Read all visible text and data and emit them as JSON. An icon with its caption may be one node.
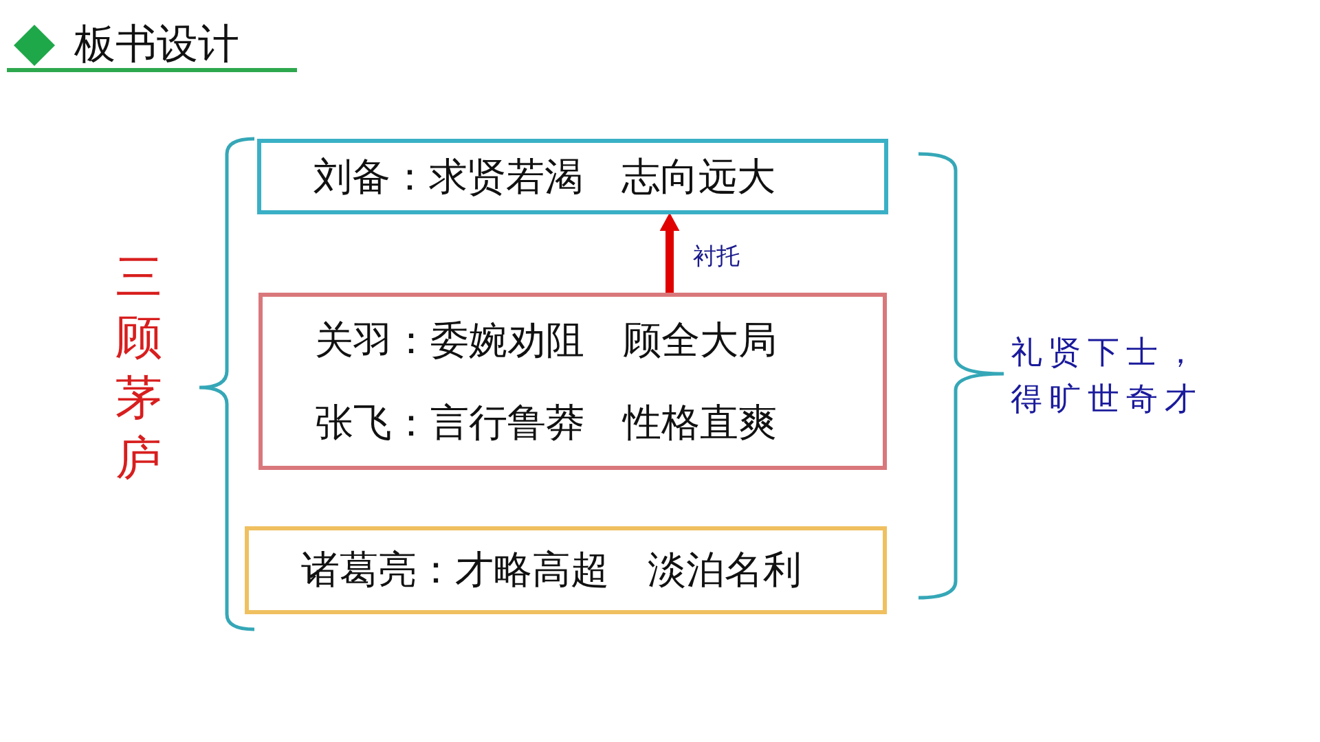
{
  "diagram": {
    "title": "板书设计",
    "nodes": [
      {
        "text": [
          "刘备：求贤若渴　志向远大"
        ]
      },
      {
        "text": [
          "关羽：委婉劝阻　顾全大局",
          "张飞：言行鲁莽　性格直爽"
        ]
      },
      {
        "text": [
          "诸葛亮：才略高超　淡泊名利"
        ]
      }
    ],
    "edges": [
      {
        "from": 1,
        "to": 0,
        "arrow": "to",
        "label": "衬托",
        "color": "#e00000"
      }
    ],
    "labels": [
      "三顾茅庐",
      "礼贤下士，得旷世奇才"
    ]
  }
}
